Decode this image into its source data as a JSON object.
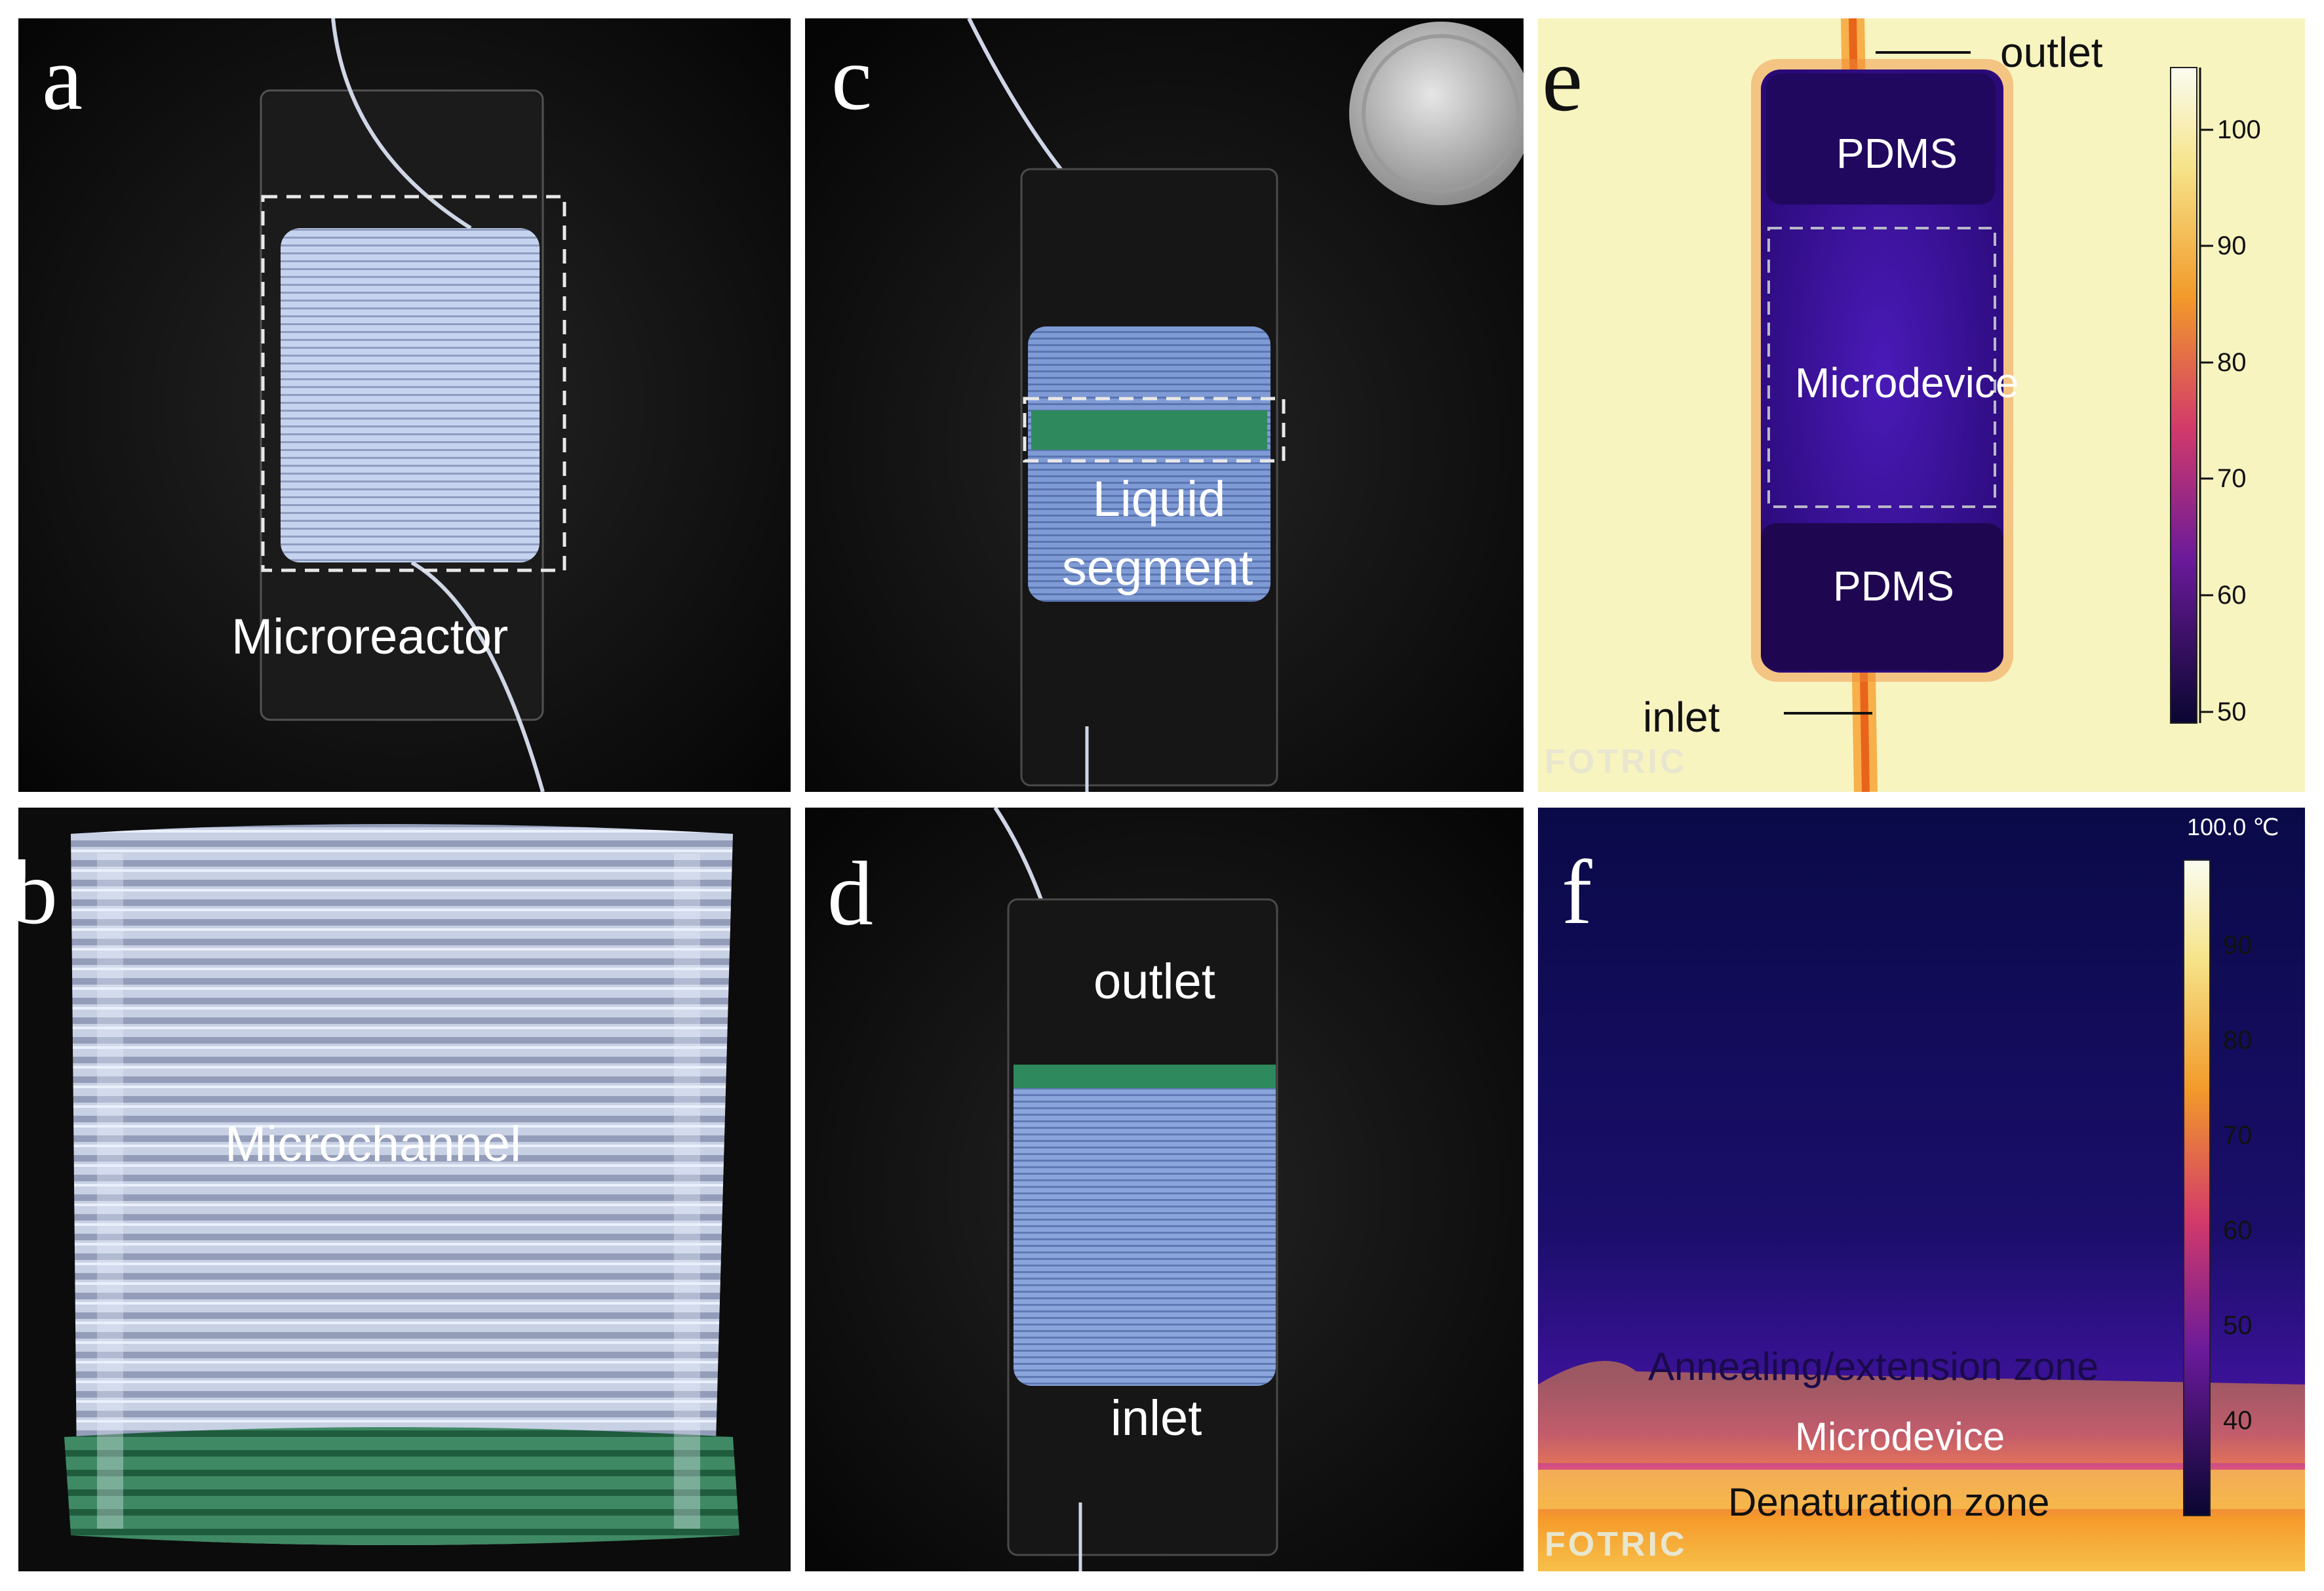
{
  "panels": {
    "a": {
      "letter": "a",
      "label": "Microreactor"
    },
    "b": {
      "letter": "b",
      "label": "Microchannel"
    },
    "c": {
      "letter": "c",
      "label_line1": "Liquid",
      "label_line2": "segment"
    },
    "d": {
      "letter": "d",
      "outlet": "outlet",
      "inlet": "inlet"
    },
    "e": {
      "letter": "e",
      "outlet": "outlet",
      "inlet": "inlet",
      "pdms_top": "PDMS",
      "microdevice": "Microdevice",
      "pdms_bottom": "PDMS",
      "scale_ticks": [
        "100",
        "90",
        "80",
        "70",
        "60",
        "50"
      ],
      "watermark": "FOTRIC"
    },
    "f": {
      "letter": "f",
      "scale_max": "100.0 ℃",
      "annealing": "Annealing/extension zone",
      "microdevice": "Microdevice",
      "denaturation": "Denaturation zone",
      "scale_ticks": [
        "90",
        "80",
        "70",
        "60",
        "50",
        "40"
      ],
      "watermark": "FOTRIC"
    }
  },
  "colors": {
    "background_dark": "#0b0b0b",
    "coil_blue": "#b8c6e6",
    "liquid_green": "#2f8a5e",
    "thermal_hot": "#f9f5b8",
    "thermal_cold": "#1a0a5a"
  }
}
